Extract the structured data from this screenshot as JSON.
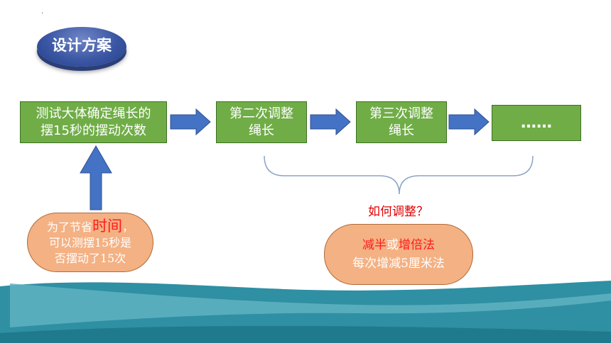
{
  "title_badge": "设计方案",
  "dot": "·",
  "flow": {
    "box1": {
      "line1": "测试大体确定绳长的",
      "line2": "摆15秒的摆动次数"
    },
    "box2": {
      "line1": "第二次调整",
      "line2": "绳长"
    },
    "box3": {
      "line1": "第三次调整",
      "line2": "绳长"
    },
    "box4": {
      "text": "……"
    }
  },
  "question": "如何调整？",
  "note_left": {
    "pre": "为了节省",
    "highlight": "时间",
    "post": "，",
    "line2": "可以测摆15秒是",
    "line3": "否摆动了15次"
  },
  "note_right": {
    "line1_a": "减半",
    "line1_b": "或",
    "line1_c": "增倍法",
    "line2": "每次增减5厘米法"
  },
  "colors": {
    "box_fill": "#70ad47",
    "arrow": "#4472c4",
    "pill_fill": "#f4b183",
    "highlight": "#ff0000",
    "wave_dark": "#2f8fa3",
    "wave_light": "#5fb3c2"
  }
}
